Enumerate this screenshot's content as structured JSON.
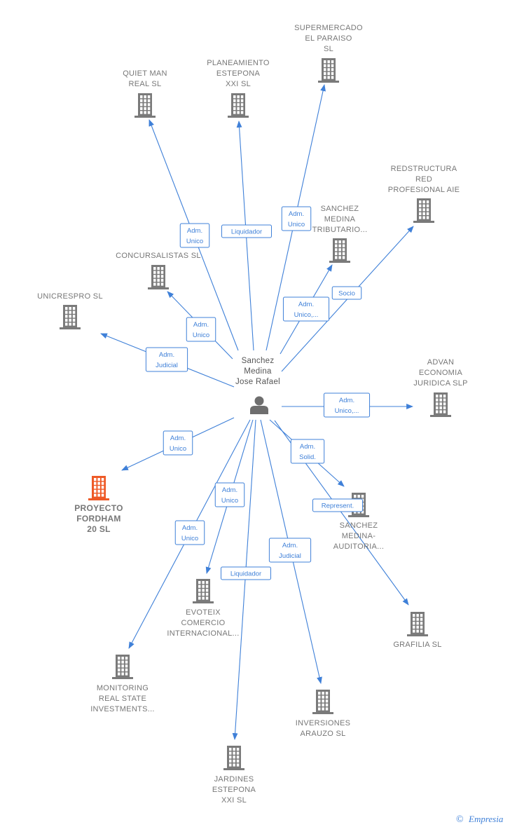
{
  "colors": {
    "edge": "#3f80d8",
    "building": "#7a7a7a",
    "building_highlight": "#ee5a27",
    "person": "#6e6e6e",
    "label": "#777777"
  },
  "center": {
    "id": "person",
    "icon": "person-icon",
    "lines": [
      "Sanchez",
      "Medina",
      "Jose Rafael"
    ]
  },
  "companies": [
    {
      "id": "supermercado",
      "lines": [
        "SUPERMERCADO",
        "EL PARAISO",
        "SL"
      ],
      "highlight": false
    },
    {
      "id": "planeamiento",
      "lines": [
        "PLANEAMIENTO",
        "ESTEPONA",
        "XXI  SL"
      ],
      "highlight": false
    },
    {
      "id": "quietman",
      "lines": [
        "QUIET MAN",
        "REAL  SL"
      ],
      "highlight": false
    },
    {
      "id": "redstructura",
      "lines": [
        "REDSTRUCTURA",
        "RED",
        "PROFESIONAL AIE"
      ],
      "highlight": false
    },
    {
      "id": "sanchez_tributario",
      "lines": [
        "SANCHEZ",
        "MEDINA",
        "TRIBUTARIO..."
      ],
      "highlight": false
    },
    {
      "id": "concursalistas",
      "lines": [
        "CONCURSALISTAS SL"
      ],
      "highlight": false
    },
    {
      "id": "unicrespro",
      "lines": [
        "UNICRESPRO SL"
      ],
      "highlight": false
    },
    {
      "id": "advan",
      "lines": [
        "ADVAN",
        "ECONOMIA",
        "JURIDICA  SLP"
      ],
      "highlight": false
    },
    {
      "id": "proyecto",
      "lines": [
        "PROYECTO",
        "FORDHAM",
        "20  SL"
      ],
      "highlight": true
    },
    {
      "id": "sanchez_auditoria",
      "lines": [
        "SANCHEZ",
        "MEDINA-",
        "AUDITORIA..."
      ],
      "highlight": false
    },
    {
      "id": "evoteix",
      "lines": [
        "EVOTEIX",
        "COMERCIO",
        "INTERNACIONAL..."
      ],
      "highlight": false
    },
    {
      "id": "grafilia",
      "lines": [
        "GRAFILIA SL"
      ],
      "highlight": false
    },
    {
      "id": "monitoring",
      "lines": [
        "MONITORING",
        "REAL STATE",
        "INVESTMENTS..."
      ],
      "highlight": false
    },
    {
      "id": "inversiones",
      "lines": [
        "INVERSIONES",
        "ARAUZO  SL"
      ],
      "highlight": false
    },
    {
      "id": "jardines",
      "lines": [
        "JARDINES",
        "ESTEPONA",
        "XXI  SL"
      ],
      "highlight": false
    }
  ],
  "relations": [
    {
      "to": "quietman",
      "label": [
        "Adm.",
        "Unico"
      ]
    },
    {
      "to": "planeamiento",
      "label": [
        "Liquidador"
      ]
    },
    {
      "to": "supermercado",
      "label": [
        "Adm.",
        "Unico"
      ]
    },
    {
      "to": "redstructura",
      "label": [
        "Socio"
      ]
    },
    {
      "to": "sanchez_tributario",
      "label": [
        "Adm.",
        "Unico,..."
      ]
    },
    {
      "to": "concursalistas",
      "label": [
        "Adm.",
        "Unico"
      ]
    },
    {
      "to": "unicrespro",
      "label": [
        "Adm.",
        "Judicial"
      ]
    },
    {
      "to": "advan",
      "label": [
        "Adm.",
        "Unico,..."
      ]
    },
    {
      "to": "proyecto",
      "label": [
        "Adm.",
        "Unico"
      ]
    },
    {
      "to": "sanchez_auditoria",
      "label": [
        "Adm.",
        "Solid."
      ]
    },
    {
      "to": "grafilia",
      "label": [
        "Represent."
      ]
    },
    {
      "to": "evoteix",
      "label": [
        "Adm.",
        "Unico"
      ]
    },
    {
      "to": "monitoring",
      "label": [
        "Adm.",
        "Unico"
      ]
    },
    {
      "to": "inversiones",
      "label": [
        "Adm.",
        "Judicial"
      ]
    },
    {
      "to": "jardines",
      "label": [
        "Liquidador"
      ]
    }
  ],
  "footer": {
    "copyright_symbol": "©",
    "brand": "Empresia"
  }
}
